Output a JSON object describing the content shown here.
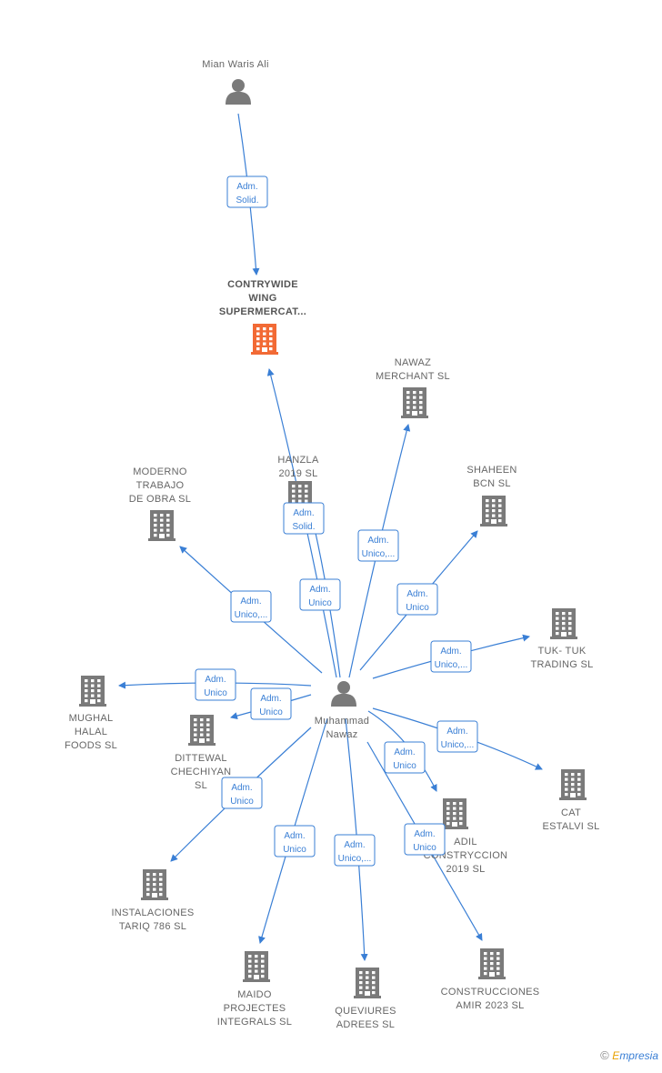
{
  "colors": {
    "edge": "#3a7fd5",
    "icon": "#7a7a7a",
    "highlight": "#f26a35",
    "label": "#666666"
  },
  "nodes": [
    {
      "id": "mian",
      "kind": "person",
      "lines": [
        "Mian Waris Ali"
      ]
    },
    {
      "id": "contrywide",
      "kind": "company",
      "highlight": true,
      "lines": [
        "CONTRYWIDE",
        "WING",
        "SUPERMERCAT..."
      ]
    },
    {
      "id": "nawaz_merchant",
      "kind": "company",
      "lines": [
        "NAWAZ",
        "MERCHANT SL"
      ]
    },
    {
      "id": "hanzla",
      "kind": "company",
      "lines": [
        "HANZLA",
        "2019 SL"
      ]
    },
    {
      "id": "moderno",
      "kind": "company",
      "lines": [
        "MODERNO",
        "TRABAJO",
        "DE OBRA SL"
      ]
    },
    {
      "id": "shaheen",
      "kind": "company",
      "lines": [
        "SHAHEEN",
        "BCN SL"
      ]
    },
    {
      "id": "tuk",
      "kind": "company",
      "lines": [
        "TUK- TUK",
        "TRADING SL"
      ]
    },
    {
      "id": "mughal",
      "kind": "company",
      "lines": [
        "MUGHAL",
        "HALAL",
        "FOODS SL"
      ]
    },
    {
      "id": "dittewal",
      "kind": "company",
      "lines": [
        "DITTEWAL",
        "CHECHIYAN",
        "SL"
      ]
    },
    {
      "id": "muhammad",
      "kind": "person",
      "lines": [
        "Muhammad",
        "Nawaz"
      ]
    },
    {
      "id": "cat",
      "kind": "company",
      "lines": [
        "CAT",
        "ESTALVI SL"
      ]
    },
    {
      "id": "adil",
      "kind": "company",
      "lines": [
        "ADIL",
        "CONSTRYCCION",
        "2019 SL"
      ]
    },
    {
      "id": "instalaciones",
      "kind": "company",
      "lines": [
        "INSTALACIONES",
        "TARIQ 786 SL"
      ]
    },
    {
      "id": "maido",
      "kind": "company",
      "lines": [
        "MAIDO",
        "PROJECTES",
        "INTEGRALS SL"
      ]
    },
    {
      "id": "queviures",
      "kind": "company",
      "lines": [
        "QUEVIURES",
        "ADREES SL"
      ]
    },
    {
      "id": "construcciones",
      "kind": "company",
      "lines": [
        "CONSTRUCCIONES",
        "AMIR 2023 SL"
      ]
    }
  ],
  "edges": [
    {
      "from": "mian",
      "to": "contrywide",
      "label": [
        "Adm.",
        "Solid."
      ]
    },
    {
      "from": "muhammad",
      "to": "contrywide",
      "label": [
        "Adm.",
        "Solid."
      ]
    },
    {
      "from": "muhammad",
      "to": "hanzla",
      "label": [
        "Adm.",
        "Unico"
      ]
    },
    {
      "from": "muhammad",
      "to": "nawaz_merchant",
      "label": [
        "Adm.",
        "Unico,..."
      ]
    },
    {
      "from": "muhammad",
      "to": "shaheen",
      "label": [
        "Adm.",
        "Unico"
      ]
    },
    {
      "from": "muhammad",
      "to": "moderno",
      "label": [
        "Adm.",
        "Unico,..."
      ]
    },
    {
      "from": "muhammad",
      "to": "tuk",
      "label": [
        "Adm.",
        "Unico,..."
      ]
    },
    {
      "from": "muhammad",
      "to": "mughal",
      "label": [
        "Adm.",
        "Unico"
      ]
    },
    {
      "from": "muhammad",
      "to": "dittewal",
      "label": [
        "Adm.",
        "Unico"
      ]
    },
    {
      "from": "muhammad",
      "to": "cat",
      "label": [
        "Adm.",
        "Unico,..."
      ]
    },
    {
      "from": "muhammad",
      "to": "adil",
      "label": [
        "Adm.",
        "Unico"
      ]
    },
    {
      "from": "muhammad",
      "to": "instalaciones",
      "label": [
        "Adm.",
        "Unico"
      ]
    },
    {
      "from": "muhammad",
      "to": "maido",
      "label": [
        "Adm.",
        "Unico"
      ]
    },
    {
      "from": "muhammad",
      "to": "queviures",
      "label": [
        "Adm.",
        "Unico,..."
      ]
    },
    {
      "from": "muhammad",
      "to": "construcciones",
      "label": [
        "Adm.",
        "Unico"
      ]
    }
  ],
  "footer": {
    "copyright": "©",
    "brand_initial": "E",
    "brand_rest": "mpresia"
  }
}
